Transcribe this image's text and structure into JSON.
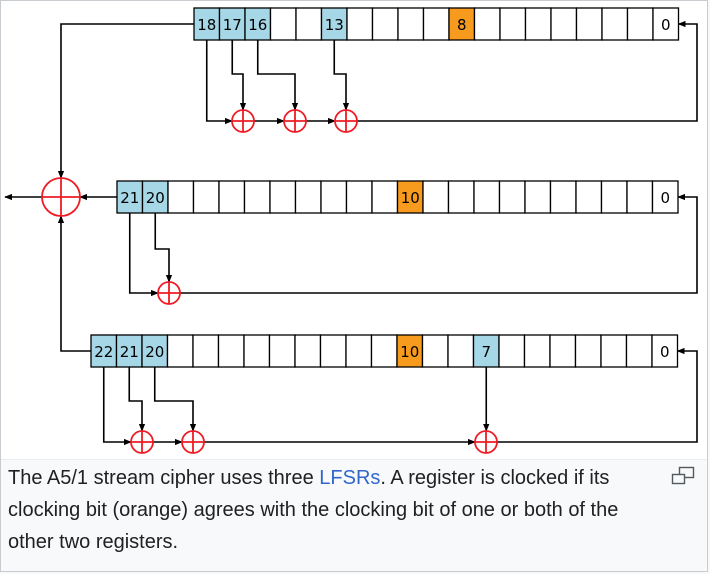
{
  "registers": [
    {
      "id": "r1",
      "width": 19,
      "cells": [
        {
          "label": "18",
          "fill": "#a6d7e6"
        },
        {
          "label": "17",
          "fill": "#a6d7e6"
        },
        {
          "label": "16",
          "fill": "#a6d7e6"
        },
        {
          "label": "",
          "fill": "#ffffff"
        },
        {
          "label": "",
          "fill": "#ffffff"
        },
        {
          "label": "13",
          "fill": "#a6d7e6"
        },
        {
          "label": "",
          "fill": "#ffffff"
        },
        {
          "label": "",
          "fill": "#ffffff"
        },
        {
          "label": "",
          "fill": "#ffffff"
        },
        {
          "label": "",
          "fill": "#ffffff"
        },
        {
          "label": "8",
          "fill": "#f79b1f"
        },
        {
          "label": "",
          "fill": "#ffffff"
        },
        {
          "label": "",
          "fill": "#ffffff"
        },
        {
          "label": "",
          "fill": "#ffffff"
        },
        {
          "label": "",
          "fill": "#ffffff"
        },
        {
          "label": "",
          "fill": "#ffffff"
        },
        {
          "label": "",
          "fill": "#ffffff"
        },
        {
          "label": "",
          "fill": "#ffffff"
        },
        {
          "label": "0",
          "fill": "#ffffff"
        }
      ],
      "clocking_bit": "8",
      "taps": [
        "18",
        "17",
        "16",
        "13"
      ]
    },
    {
      "id": "r2",
      "width": 22,
      "cells": [
        {
          "label": "21",
          "fill": "#a6d7e6"
        },
        {
          "label": "20",
          "fill": "#a6d7e6"
        },
        {
          "label": "",
          "fill": "#ffffff"
        },
        {
          "label": "",
          "fill": "#ffffff"
        },
        {
          "label": "",
          "fill": "#ffffff"
        },
        {
          "label": "",
          "fill": "#ffffff"
        },
        {
          "label": "",
          "fill": "#ffffff"
        },
        {
          "label": "",
          "fill": "#ffffff"
        },
        {
          "label": "",
          "fill": "#ffffff"
        },
        {
          "label": "",
          "fill": "#ffffff"
        },
        {
          "label": "",
          "fill": "#ffffff"
        },
        {
          "label": "10",
          "fill": "#f79b1f"
        },
        {
          "label": "",
          "fill": "#ffffff"
        },
        {
          "label": "",
          "fill": "#ffffff"
        },
        {
          "label": "",
          "fill": "#ffffff"
        },
        {
          "label": "",
          "fill": "#ffffff"
        },
        {
          "label": "",
          "fill": "#ffffff"
        },
        {
          "label": "",
          "fill": "#ffffff"
        },
        {
          "label": "",
          "fill": "#ffffff"
        },
        {
          "label": "",
          "fill": "#ffffff"
        },
        {
          "label": "",
          "fill": "#ffffff"
        },
        {
          "label": "0",
          "fill": "#ffffff"
        }
      ],
      "clocking_bit": "10",
      "taps": [
        "21",
        "20"
      ]
    },
    {
      "id": "r3",
      "width": 23,
      "cells": [
        {
          "label": "22",
          "fill": "#a6d7e6"
        },
        {
          "label": "21",
          "fill": "#a6d7e6"
        },
        {
          "label": "20",
          "fill": "#a6d7e6"
        },
        {
          "label": "",
          "fill": "#ffffff"
        },
        {
          "label": "",
          "fill": "#ffffff"
        },
        {
          "label": "",
          "fill": "#ffffff"
        },
        {
          "label": "",
          "fill": "#ffffff"
        },
        {
          "label": "",
          "fill": "#ffffff"
        },
        {
          "label": "",
          "fill": "#ffffff"
        },
        {
          "label": "",
          "fill": "#ffffff"
        },
        {
          "label": "",
          "fill": "#ffffff"
        },
        {
          "label": "",
          "fill": "#ffffff"
        },
        {
          "label": "10",
          "fill": "#f79b1f"
        },
        {
          "label": "",
          "fill": "#ffffff"
        },
        {
          "label": "",
          "fill": "#ffffff"
        },
        {
          "label": "7",
          "fill": "#a6d7e6"
        },
        {
          "label": "",
          "fill": "#ffffff"
        },
        {
          "label": "",
          "fill": "#ffffff"
        },
        {
          "label": "",
          "fill": "#ffffff"
        },
        {
          "label": "",
          "fill": "#ffffff"
        },
        {
          "label": "",
          "fill": "#ffffff"
        },
        {
          "label": "",
          "fill": "#ffffff"
        },
        {
          "label": "0",
          "fill": "#ffffff"
        }
      ],
      "clocking_bit": "10",
      "taps": [
        "22",
        "21",
        "20",
        "7"
      ]
    }
  ],
  "colors": {
    "tap_blue": "#a6d7e6",
    "clock_orange": "#f79b1f",
    "xor_red": "#ee1c25",
    "line": "#000000"
  },
  "caption": {
    "before_link": "The A5/1 stream cipher uses three ",
    "link": "LFSRs",
    "after_link": ". A register is clocked if its clocking bit (orange) agrees with the clocking bit of one or both of the other two registers."
  },
  "enlarge_icon": "enlarge-icon"
}
